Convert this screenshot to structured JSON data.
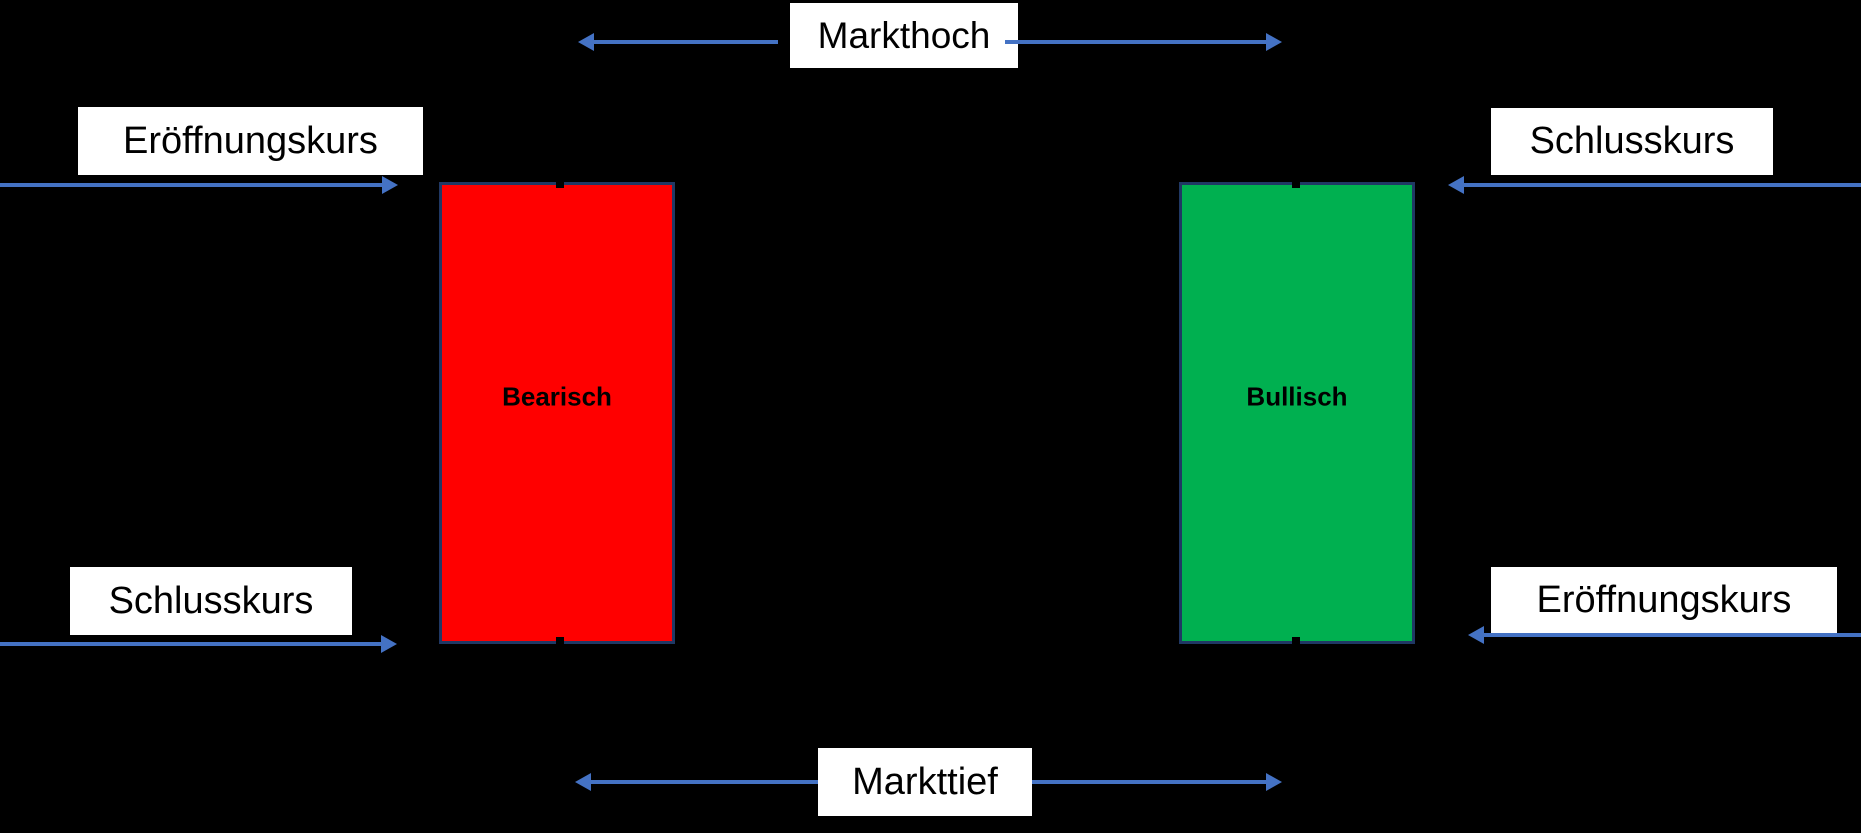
{
  "diagram": {
    "type": "candlestick-anatomy",
    "colors": {
      "background": "#000000",
      "bearish_fill": "#FF0000",
      "bullish_fill": "#00B050",
      "candle_border": "#203864",
      "arrow": "#4472C4",
      "label_bg": "#FFFFFF",
      "label_text": "#000000"
    },
    "labels": {
      "market_high": "Markthoch",
      "market_low": "Markttief",
      "open_left": "Eröffnungskurs",
      "close_left": "Schlusskurs",
      "close_right": "Schlusskurs",
      "open_right": "Eröffnungskurs",
      "bearish": "Bearisch",
      "bullish": "Bullisch"
    }
  }
}
